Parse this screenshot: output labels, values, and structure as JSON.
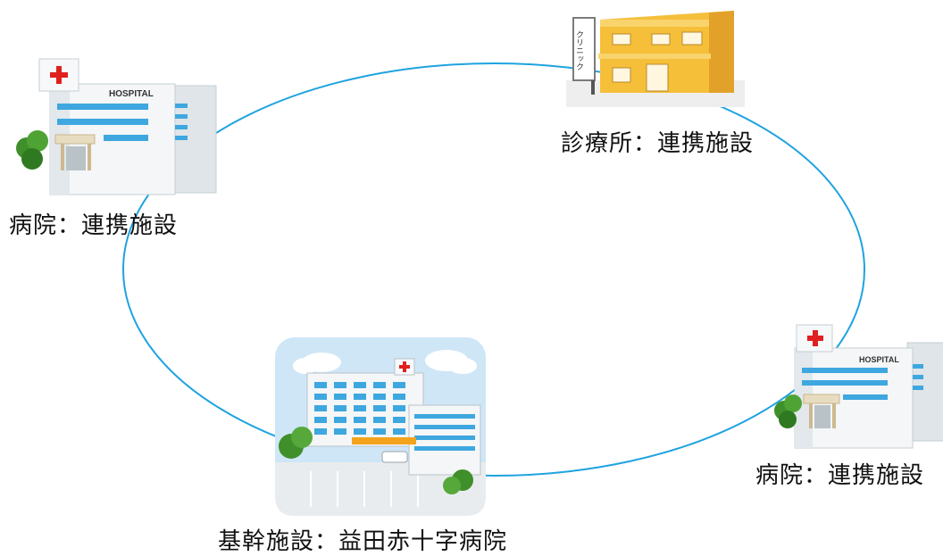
{
  "nodes": {
    "hospital_left": {
      "label": "病院：連携施設",
      "sign": "HOSPITAL"
    },
    "clinic": {
      "label": "診療所：連携施設",
      "sign": "クリニック"
    },
    "hospital_right": {
      "label": "病院：連携施設",
      "sign": "HOSPITAL"
    },
    "core": {
      "label": "基幹施設：益田赤十字病院"
    }
  },
  "colors": {
    "ring": "#1fa3e0",
    "building_wall": "#f4f6f7",
    "window_blue": "#3ea7df",
    "cross_red": "#e02020",
    "clinic_wall": "#f6bf3a",
    "tree_green": "#3f8f2a",
    "sky": "#cfe6f7"
  }
}
